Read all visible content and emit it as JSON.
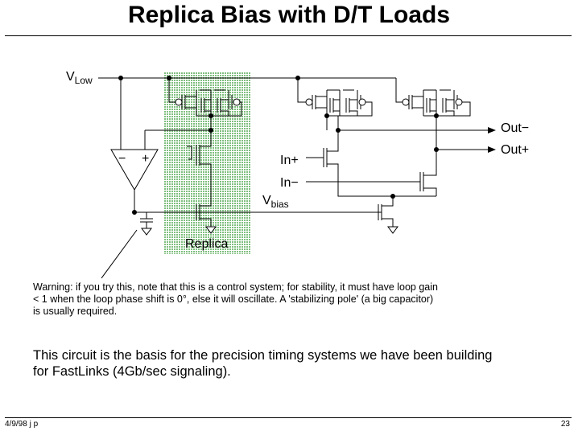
{
  "title": "Replica Bias with D/T Loads",
  "labels": {
    "vlow_main": "V",
    "vlow_sub": "Low",
    "opamp_minus": "−",
    "opamp_plus": "+",
    "in_plus": "In+",
    "in_minus": "In−",
    "vbias_main": "V",
    "vbias_sub": "bias",
    "out_minus": "Out−",
    "out_plus": "Out+",
    "replica": "Replica"
  },
  "warning_lines": [
    "Warning:  if you try this, note that this is a control system; for stability, it must have loop gain",
    "< 1 when the loop phase shift is 0°, else it will oscillate.  A 'stabilizing pole' (a big capacitor)",
    "is usually required."
  ],
  "basis_lines": [
    "This circuit is the basis for the precision timing systems we have been building",
    "for FastLinks (4Gb/sec signaling)."
  ],
  "footer": {
    "date": "4/9/98  j p",
    "page": "23"
  },
  "colors": {
    "replica_fill": "#a8d4a8",
    "ink": "#000000"
  }
}
